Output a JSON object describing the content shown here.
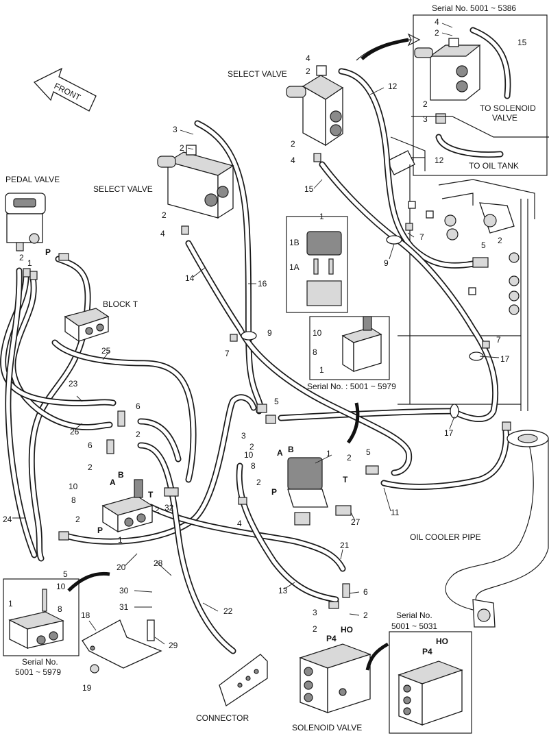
{
  "titles": {
    "pedal_valve": "PEDAL VALVE",
    "select_valve_left": "SELECT VALVE",
    "select_valve_top": "SELECT VALVE",
    "block_t": "BLOCK  T",
    "front": "FRONT",
    "oil_cooler_pipe": "OIL COOLER PIPE",
    "connector": "CONNECTOR",
    "solenoid_valve": "SOLENOID VALVE"
  },
  "insets": {
    "top_right": {
      "serial": "Serial No. 5001 ~ 5386",
      "to_solenoid_valve_1": "TO SOLENOID",
      "to_solenoid_valve_2": "VALVE",
      "to_oil_tank": "TO OIL TANK",
      "labels": [
        "4",
        "2",
        "15",
        "2",
        "3",
        "12"
      ]
    },
    "middle": {
      "labels": [
        "1",
        "1B",
        "1A"
      ]
    },
    "middle_lower": {
      "serial": "Serial No. : 5001 ~ 5979",
      "labels": [
        "10",
        "8",
        "1"
      ]
    },
    "bottom_left": {
      "serial_1": "Serial No.",
      "serial_2": "5001 ~ 5979",
      "labels": [
        "10",
        "8",
        "1"
      ]
    },
    "bottom_right": {
      "serial_1": "Serial No.",
      "serial_2": "5001 ~ 5031",
      "port_p4": "P4",
      "port_ho": "HO"
    }
  },
  "ports": {
    "p_pedal": "P",
    "a": "A",
    "b": "B",
    "p_block": "P",
    "t_block": "T",
    "a_right": "A",
    "b_right": "B",
    "p_right": "P",
    "t_right": "T",
    "p4": "P4",
    "ho": "HO"
  },
  "part_numbers": {
    "n1": "1",
    "n2": "2",
    "n3": "3",
    "n4": "4",
    "n5": "5",
    "n6": "6",
    "n7": "7",
    "n8": "8",
    "n9": "9",
    "n10": "10",
    "n11": "11",
    "n12": "12",
    "n13": "13",
    "n14": "14",
    "n15": "15",
    "n16": "16",
    "n17": "17",
    "n18": "18",
    "n19": "19",
    "n20": "20",
    "n21": "21",
    "n22": "22",
    "n23": "23",
    "n24": "24",
    "n25": "25",
    "n26": "26",
    "n27": "27",
    "n28": "28",
    "n29": "29",
    "n30": "30",
    "n31": "31",
    "n32": "32"
  }
}
